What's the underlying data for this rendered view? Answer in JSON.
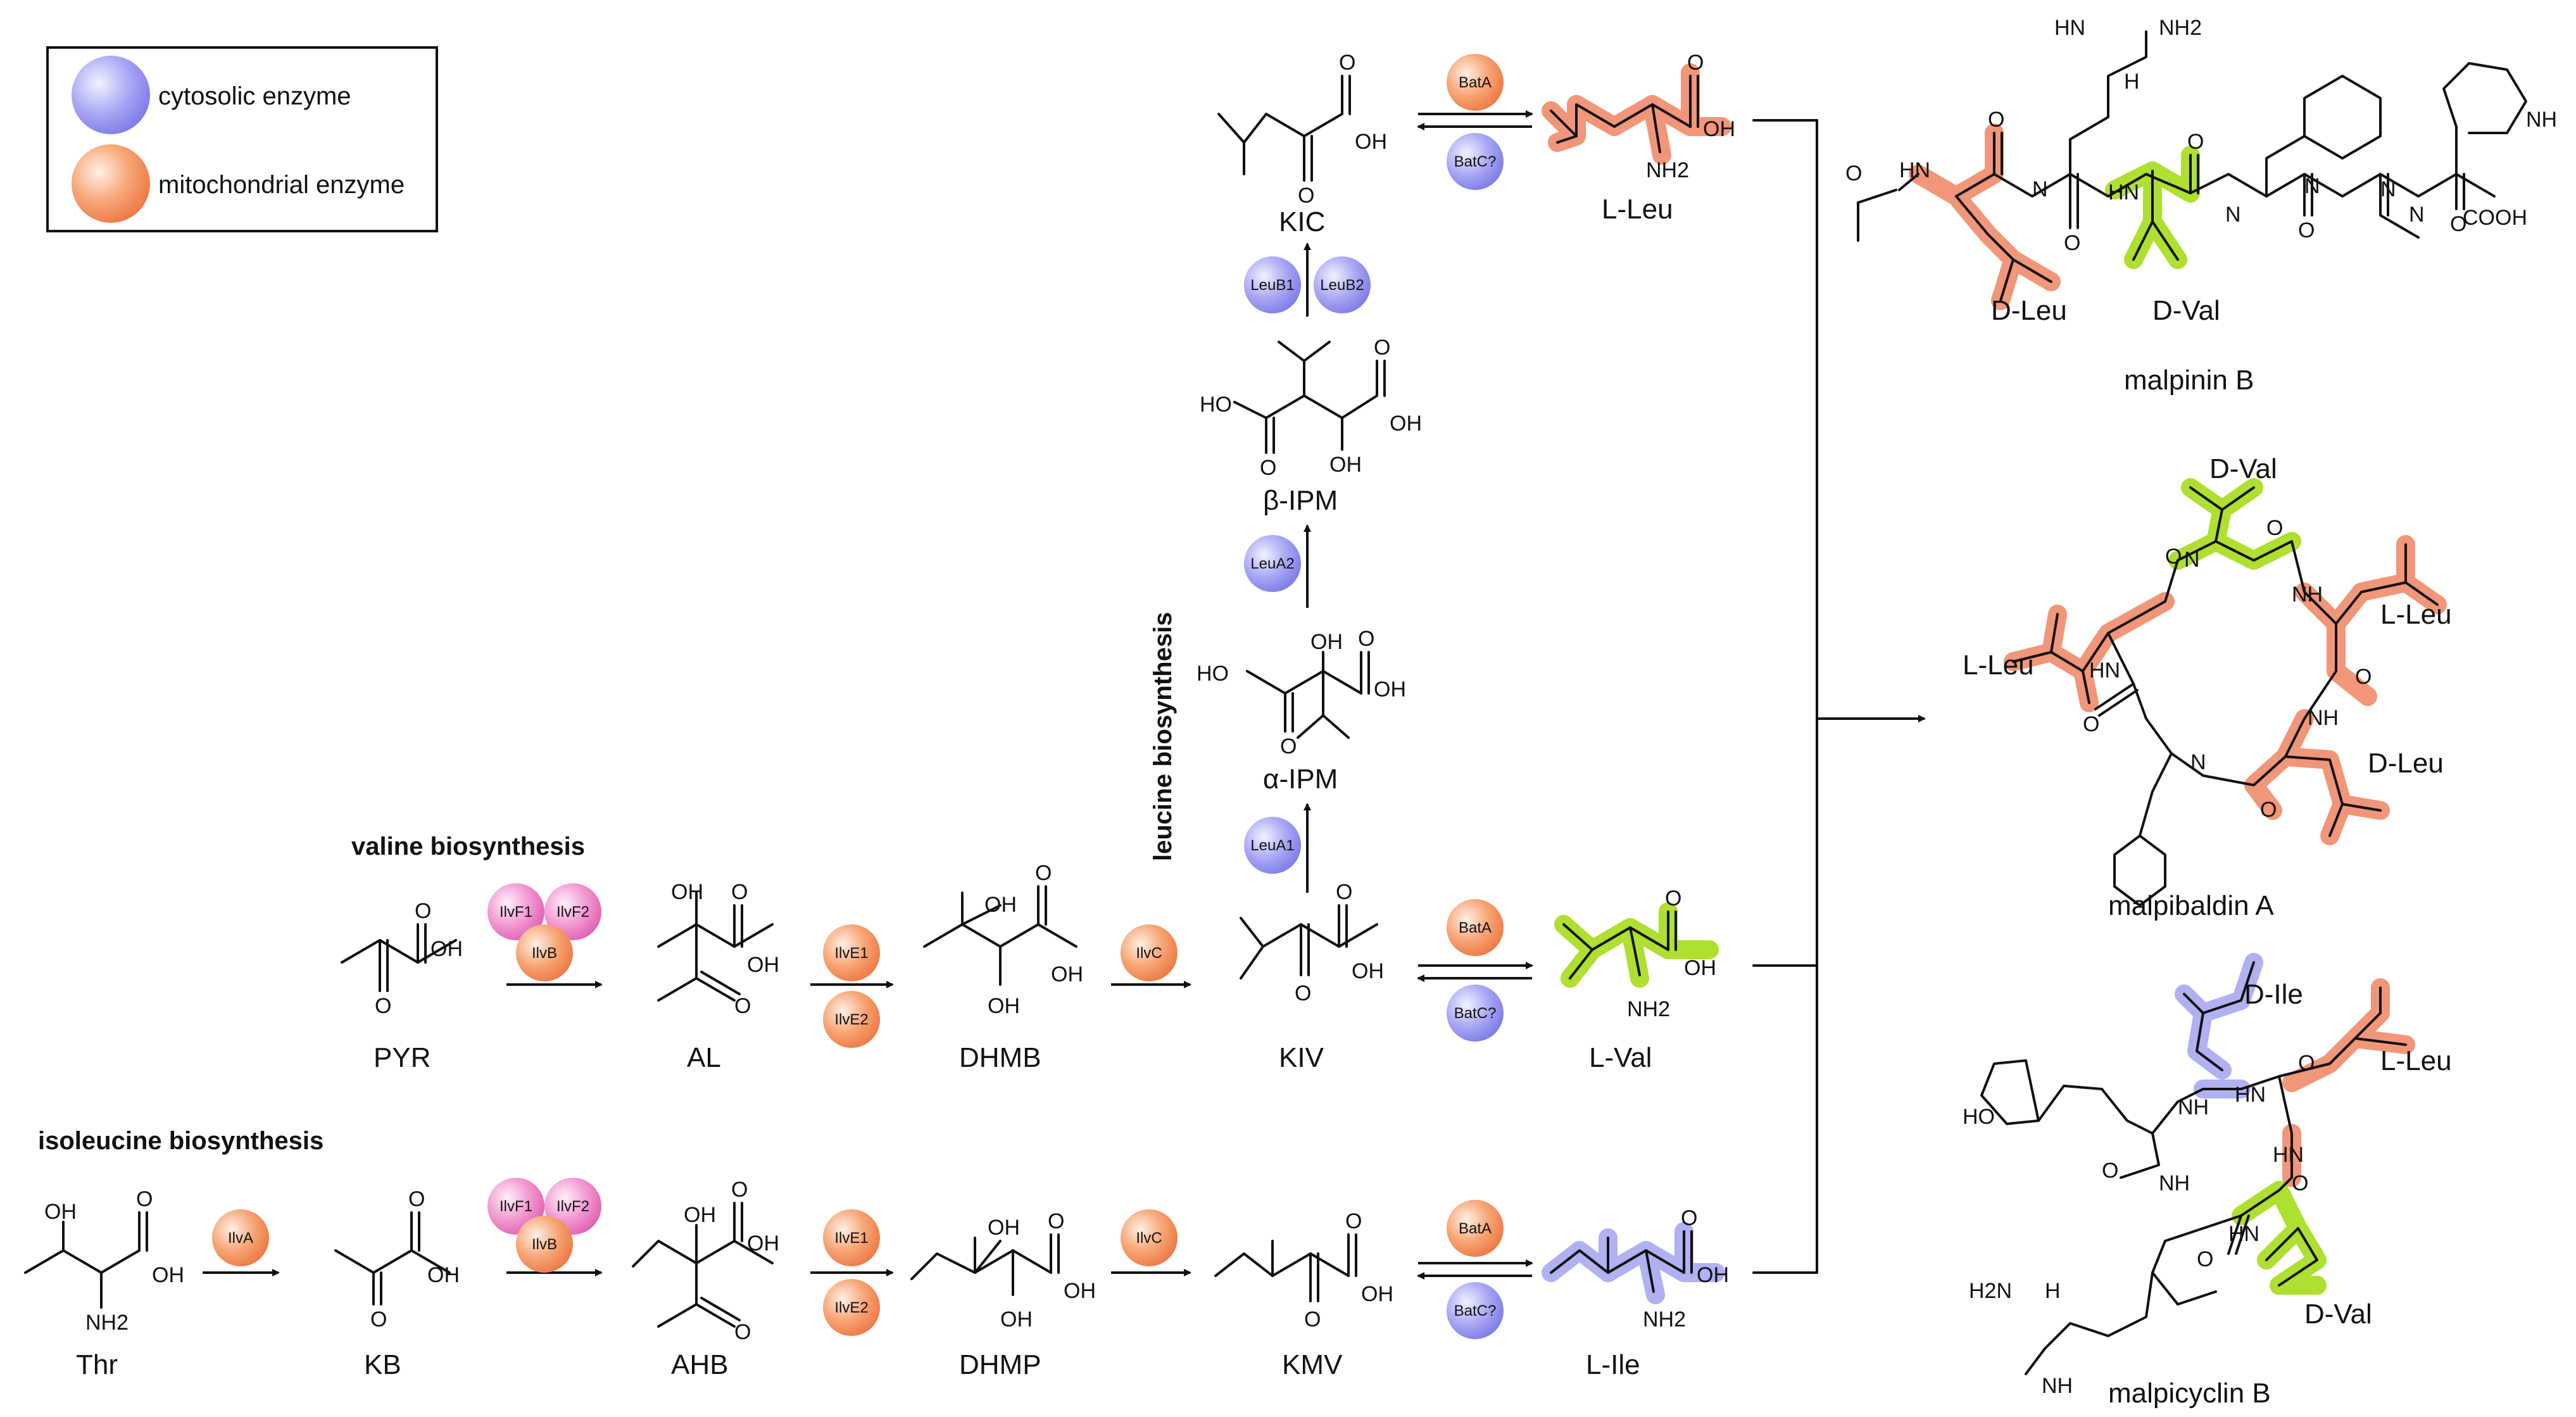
{
  "legend": {
    "cytosolic": "cytosolic enzyme",
    "mitochondrial": "mitochondrial enzyme"
  },
  "colors": {
    "cytosolic": "#9c9cf0",
    "mitochondrial": "#f39a6c",
    "membrane": "#ee82c8",
    "leucine_highlight": "#ef8b69",
    "valine_highlight": "#a6dc1a",
    "isoleucine_highlight": "#a6a8ee"
  },
  "sections": {
    "valine": "valine biosynthesis",
    "isoleucine": "isoleucine biosynthesis",
    "leucine": "leucine biosynthesis"
  },
  "compounds": {
    "pyr": "PYR",
    "al": "AL",
    "dhmb": "DHMB",
    "kiv": "KIV",
    "l_val": "L-Val",
    "thr": "Thr",
    "kb": "KB",
    "ahb": "AHB",
    "dhmp": "DHMP",
    "kmv": "KMV",
    "l_ile": "L-Ile",
    "a_ipm": "α-IPM",
    "b_ipm": "β-IPM",
    "kic": "KIC",
    "l_leu": "L-Leu"
  },
  "enzymes": {
    "ilvf1": "IlvF1",
    "ilvf2": "IlvF2",
    "ilvb": "IlvB",
    "ilve1": "IlvE1",
    "ilve2": "IlvE2",
    "ilvc": "IlvC",
    "ilva": "IlvA",
    "bata": "BatA",
    "batc": "BatC?",
    "leua1": "LeuA1",
    "leua2": "LeuA2",
    "leub1": "LeuB1",
    "leub2": "LeuB2"
  },
  "atoms": {
    "oh": "OH",
    "o": "O",
    "ho": "HO",
    "nh2": "NH2",
    "nh": "NH",
    "hn": "HN",
    "cooh": "COOH",
    "h2n": "H2N",
    "hn_nh": "HN",
    "n_h": "H",
    "n": "N"
  },
  "products": {
    "malpinin": {
      "name": "malpinin B",
      "labels": {
        "d_leu": "D-Leu",
        "d_val": "D-Val"
      }
    },
    "malpibaldin": {
      "name": "malpibaldin A",
      "labels": {
        "d_val": "D-Val",
        "l_leu_right": "L-Leu",
        "l_leu_left": "L-Leu",
        "d_leu": "D-Leu"
      }
    },
    "malpicyclin": {
      "name": "malpicyclin B",
      "labels": {
        "d_ile": "D-Ile",
        "l_leu": "L-Leu",
        "d_val": "D-Val"
      }
    }
  }
}
